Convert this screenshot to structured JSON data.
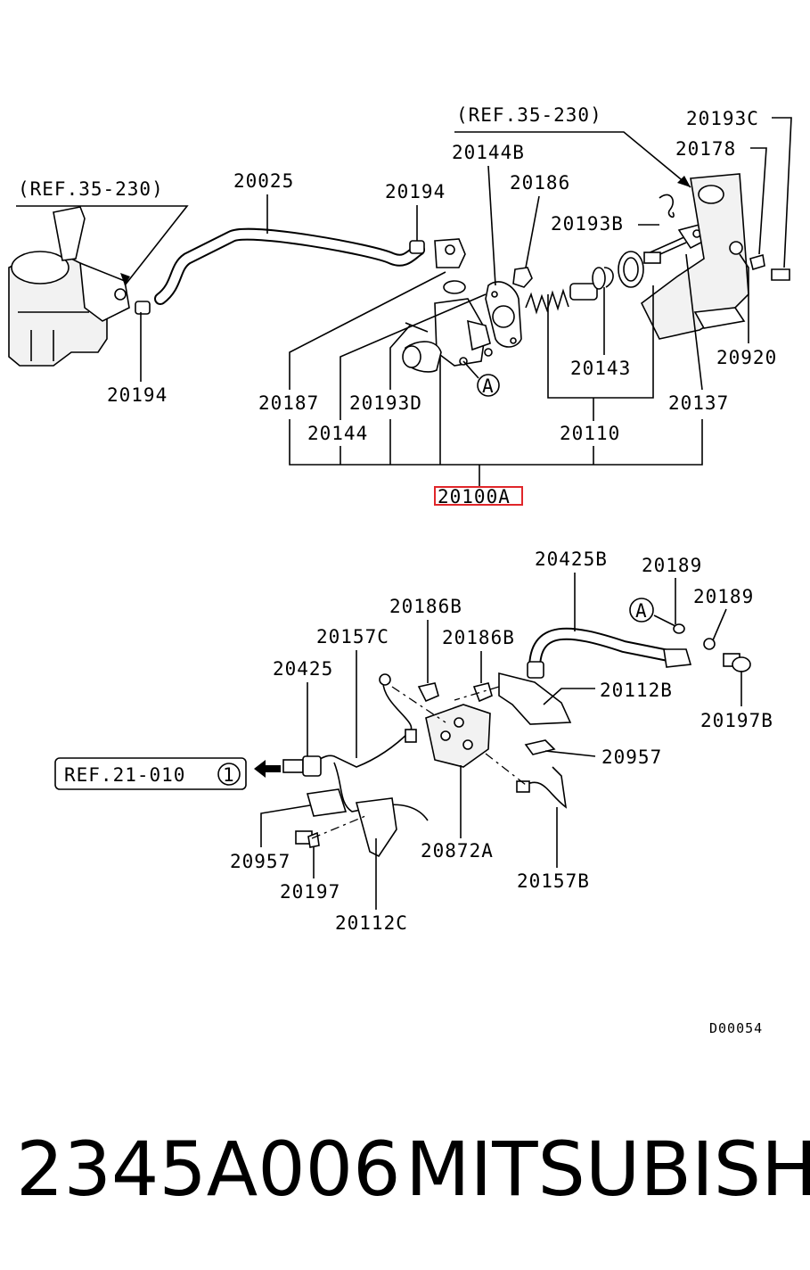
{
  "diagram": {
    "ref_top_left": "(REF.35-230)",
    "ref_top_right": "(REF.35-230)",
    "ref_box": "REF.21-010",
    "ref_box_circle": "1",
    "circle_marker": "A",
    "highlight_color": "#e0262a",
    "upper_labels": {
      "p20025": "20025",
      "p20194_top": "20194",
      "p20194_bottom": "20194",
      "p20144B": "20144B",
      "p20186": "20186",
      "p20193B": "20193B",
      "p20193C": "20193C",
      "p20178": "20178",
      "p20187": "20187",
      "p20193D": "20193D",
      "p20144": "20144",
      "p20143": "20143",
      "p20110": "20110",
      "p20137": "20137",
      "p20920": "20920",
      "p20100A": "20100A"
    },
    "lower_labels": {
      "p20425B": "20425B",
      "p20189_a": "20189",
      "p20189_b": "20189",
      "p20186B_a": "20186B",
      "p20186B_b": "20186B",
      "p20157C": "20157C",
      "p20425": "20425",
      "p20112B": "20112B",
      "p20197B": "20197B",
      "p20957_r": "20957",
      "p20957_l": "20957",
      "p20872A": "20872A",
      "p20197": "20197",
      "p20157B": "20157B",
      "p20112C": "20112C"
    },
    "diagram_code": "D00054"
  },
  "footer": {
    "part_number": "2345A006",
    "brand": "MITSUBISHI"
  }
}
